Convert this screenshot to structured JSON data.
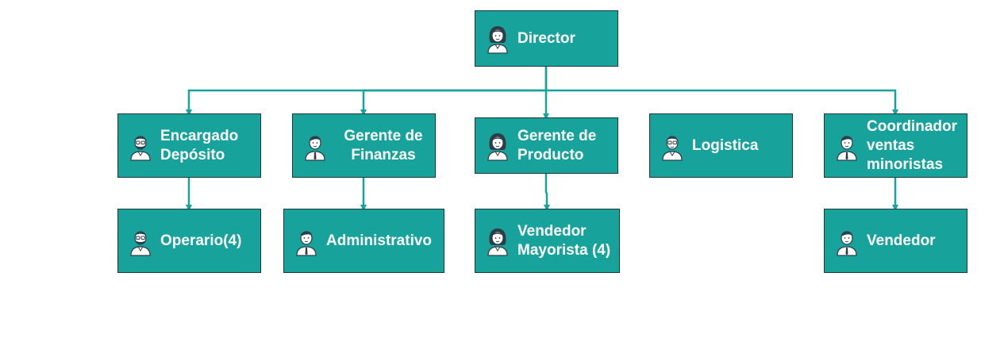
{
  "diagram": {
    "colors": {
      "node_fill": "#17a39c",
      "node_border": "#1d3a3a",
      "connector": "#17a39c",
      "text": "#ffffff"
    },
    "nodes": {
      "director": {
        "label": "Director",
        "avatar": "woman-icon"
      },
      "encargado": {
        "label": "Encargado\nDepósito",
        "avatar": "bearded-man-glasses-icon"
      },
      "finanzas": {
        "label": "Gerente de\nFinanzas",
        "avatar": "man-icon"
      },
      "producto": {
        "label": "Gerente de\nProducto",
        "avatar": "woman-icon"
      },
      "logistica": {
        "label": "Logistica",
        "avatar": "man-glasses-icon"
      },
      "coordinador": {
        "label": "Coordinador\nventas\nminoristas",
        "avatar": "man-icon"
      },
      "operario": {
        "label": "Operario(4)",
        "avatar": "bearded-man-glasses-icon"
      },
      "administrativo": {
        "label": "Administrativo",
        "avatar": "man-icon"
      },
      "vendedor_mayorista": {
        "label": "Vendedor\nMayorista (4)",
        "avatar": "woman-icon"
      },
      "vendedor": {
        "label": "Vendedor",
        "avatar": "man-icon"
      }
    },
    "edges": [
      [
        "director",
        "encargado"
      ],
      [
        "director",
        "finanzas"
      ],
      [
        "director",
        "producto"
      ],
      [
        "director",
        "coordinador"
      ],
      [
        "encargado",
        "operario"
      ],
      [
        "finanzas",
        "administrativo"
      ],
      [
        "producto",
        "vendedor_mayorista"
      ],
      [
        "coordinador",
        "vendedor"
      ]
    ]
  }
}
